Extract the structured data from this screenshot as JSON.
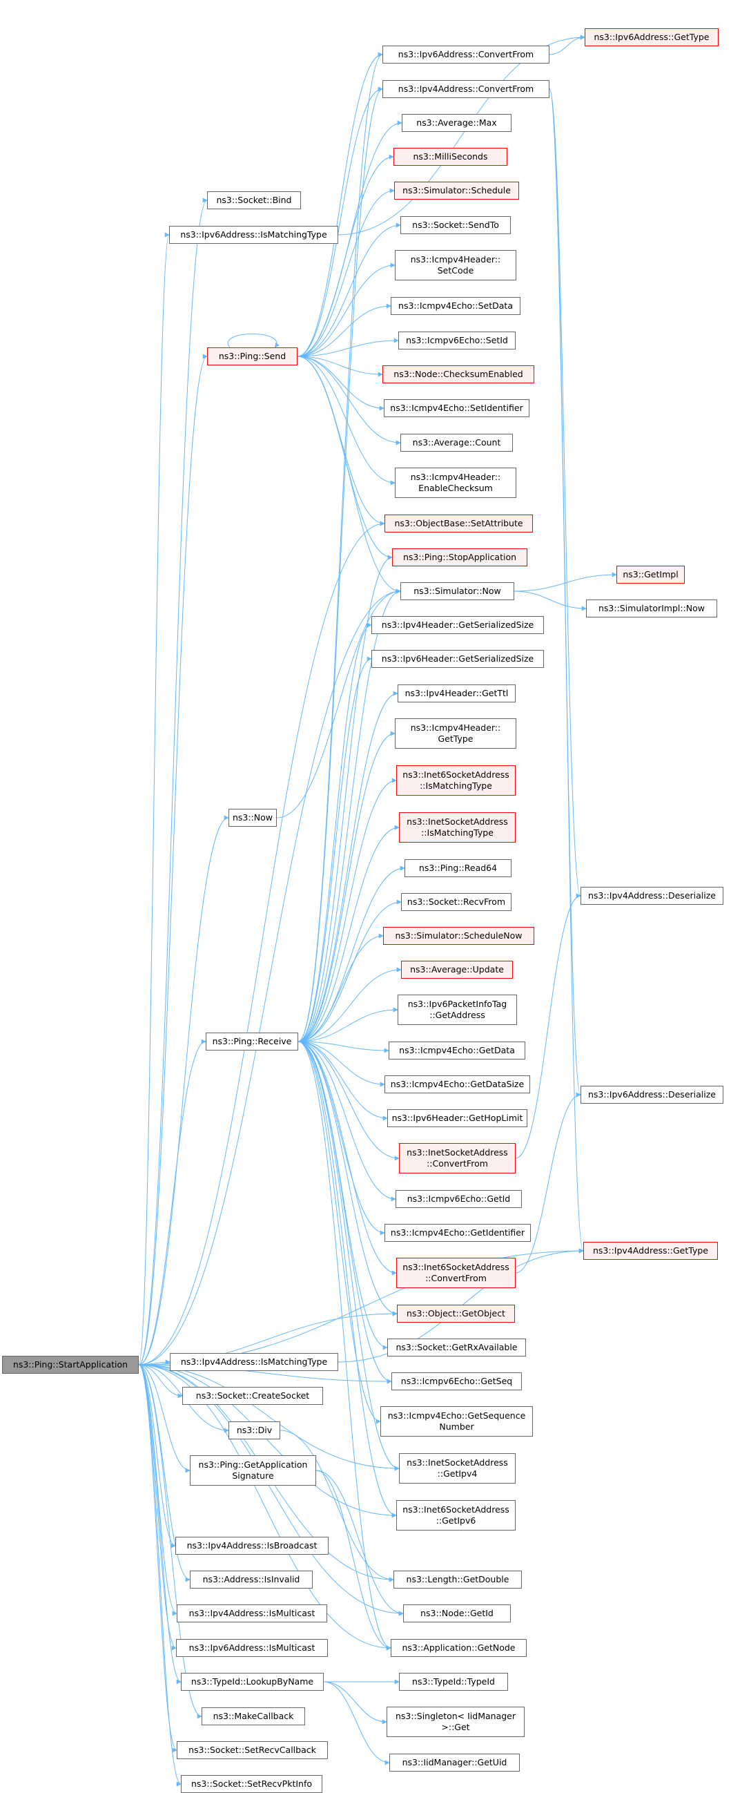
{
  "diagram": {
    "colors": {
      "edge": "#63b8ff",
      "border": "#666666",
      "red_border": "#ff0000",
      "red_fill": "#fff0f0",
      "root_fill": "#999999"
    },
    "nodes": [
      {
        "id": "start",
        "label": "ns3::Ping::StartApplication",
        "style": "root"
      },
      {
        "id": "send",
        "label": "ns3::Ping::Send",
        "style": "red"
      },
      {
        "id": "receive",
        "label": "ns3::Ping::Receive",
        "style": "normal"
      },
      {
        "id": "now",
        "label": "ns3::Now",
        "style": "normal"
      },
      {
        "id": "bind",
        "label": "ns3::Socket::Bind",
        "style": "normal"
      },
      {
        "id": "ipv6match",
        "label": "ns3::Ipv6Address::IsMatchingType",
        "style": "normal"
      },
      {
        "id": "ipv6conv",
        "label": "ns3::Ipv6Address::ConvertFrom",
        "style": "normal"
      },
      {
        "id": "ipv4conv",
        "label": "ns3::Ipv4Address::ConvertFrom",
        "style": "normal"
      },
      {
        "id": "avgmax",
        "label": "ns3::Average::Max",
        "style": "normal"
      },
      {
        "id": "millisec",
        "label": "ns3::MilliSeconds",
        "style": "red"
      },
      {
        "id": "schedule",
        "label": "ns3::Simulator::Schedule",
        "style": "red"
      },
      {
        "id": "sendto",
        "label": "ns3::Socket::SendTo",
        "style": "normal"
      },
      {
        "id": "setcode",
        "label": "ns3::Icmpv4Header::\nSetCode",
        "style": "normal"
      },
      {
        "id": "setdata",
        "label": "ns3::Icmpv4Echo::SetData",
        "style": "normal"
      },
      {
        "id": "setid",
        "label": "ns3::Icmpv6Echo::SetId",
        "style": "normal"
      },
      {
        "id": "checksum",
        "label": "ns3::Node::ChecksumEnabled",
        "style": "red"
      },
      {
        "id": "setident",
        "label": "ns3::Icmpv4Echo::SetIdentifier",
        "style": "normal"
      },
      {
        "id": "avgcount",
        "label": "ns3::Average::Count",
        "style": "normal"
      },
      {
        "id": "enablecs",
        "label": "ns3::Icmpv4Header::\nEnableChecksum",
        "style": "normal"
      },
      {
        "id": "setattr",
        "label": "ns3::ObjectBase::SetAttribute",
        "style": "red"
      },
      {
        "id": "stopapp",
        "label": "ns3::Ping::StopApplication",
        "style": "red"
      },
      {
        "id": "simnow",
        "label": "ns3::Simulator::Now",
        "style": "normal"
      },
      {
        "id": "ipv4hsize",
        "label": "ns3::Ipv4Header::GetSerializedSize",
        "style": "normal"
      },
      {
        "id": "ipv6hsize",
        "label": "ns3::Ipv6Header::GetSerializedSize",
        "style": "normal"
      },
      {
        "id": "getttl",
        "label": "ns3::Ipv4Header::GetTtl",
        "style": "normal"
      },
      {
        "id": "icmpgettype",
        "label": "ns3::Icmpv4Header::\nGetType",
        "style": "normal"
      },
      {
        "id": "inet6match",
        "label": "ns3::Inet6SocketAddress\n::IsMatchingType",
        "style": "red"
      },
      {
        "id": "inetmatch",
        "label": "ns3::InetSocketAddress\n::IsMatchingType",
        "style": "red"
      },
      {
        "id": "read64",
        "label": "ns3::Ping::Read64",
        "style": "normal"
      },
      {
        "id": "recvfrom",
        "label": "ns3::Socket::RecvFrom",
        "style": "normal"
      },
      {
        "id": "schednow",
        "label": "ns3::Simulator::ScheduleNow",
        "style": "red"
      },
      {
        "id": "avgupdate",
        "label": "ns3::Average::Update",
        "style": "red"
      },
      {
        "id": "pkttag",
        "label": "ns3::Ipv6PacketInfoTag\n::GetAddress",
        "style": "normal"
      },
      {
        "id": "getdata",
        "label": "ns3::Icmpv4Echo::GetData",
        "style": "normal"
      },
      {
        "id": "getdatasize",
        "label": "ns3::Icmpv4Echo::GetDataSize",
        "style": "normal"
      },
      {
        "id": "hoplimit",
        "label": "ns3::Ipv6Header::GetHopLimit",
        "style": "normal"
      },
      {
        "id": "inetconv",
        "label": "ns3::InetSocketAddress\n::ConvertFrom",
        "style": "red"
      },
      {
        "id": "getid",
        "label": "ns3::Icmpv6Echo::GetId",
        "style": "normal"
      },
      {
        "id": "getident",
        "label": "ns3::Icmpv4Echo::GetIdentifier",
        "style": "normal"
      },
      {
        "id": "inet6conv",
        "label": "ns3::Inet6SocketAddress\n::ConvertFrom",
        "style": "red"
      },
      {
        "id": "getobject",
        "label": "ns3::Object::GetObject",
        "style": "red"
      },
      {
        "id": "rxavail",
        "label": "ns3::Socket::GetRxAvailable",
        "style": "normal"
      },
      {
        "id": "getseq",
        "label": "ns3::Icmpv6Echo::GetSeq",
        "style": "normal"
      },
      {
        "id": "getseqnum",
        "label": "ns3::Icmpv4Echo::GetSequence\nNumber",
        "style": "normal"
      },
      {
        "id": "getipv4",
        "label": "ns3::InetSocketAddress\n::GetIpv4",
        "style": "normal"
      },
      {
        "id": "getipv6",
        "label": "ns3::Inet6SocketAddress\n::GetIpv6",
        "style": "normal"
      },
      {
        "id": "ipv4match",
        "label": "ns3::Ipv4Address::IsMatchingType",
        "style": "normal"
      },
      {
        "id": "createsock",
        "label": "ns3::Socket::CreateSocket",
        "style": "normal"
      },
      {
        "id": "div",
        "label": "ns3::Div",
        "style": "normal"
      },
      {
        "id": "appsig",
        "label": "ns3::Ping::GetApplication\nSignature",
        "style": "normal"
      },
      {
        "id": "isbcast",
        "label": "ns3::Ipv4Address::IsBroadcast",
        "style": "normal"
      },
      {
        "id": "isinvalid",
        "label": "ns3::Address::IsInvalid",
        "style": "normal"
      },
      {
        "id": "ipv4mcast",
        "label": "ns3::Ipv4Address::IsMulticast",
        "style": "normal"
      },
      {
        "id": "ipv6mcast",
        "label": "ns3::Ipv6Address::IsMulticast",
        "style": "normal"
      },
      {
        "id": "lookup",
        "label": "ns3::TypeId::LookupByName",
        "style": "normal"
      },
      {
        "id": "makecb",
        "label": "ns3::MakeCallback",
        "style": "normal"
      },
      {
        "id": "recvcb",
        "label": "ns3::Socket::SetRecvCallback",
        "style": "normal"
      },
      {
        "id": "recvpkt",
        "label": "ns3::Socket::SetRecvPktInfo",
        "style": "normal"
      },
      {
        "id": "getdouble",
        "label": "ns3::Length::GetDouble",
        "style": "normal"
      },
      {
        "id": "nodegetid",
        "label": "ns3::Node::GetId",
        "style": "normal"
      },
      {
        "id": "getnode",
        "label": "ns3::Application::GetNode",
        "style": "normal"
      },
      {
        "id": "typeid",
        "label": "ns3::TypeId::TypeId",
        "style": "normal"
      },
      {
        "id": "singleton",
        "label": "ns3::Singleton< IidManager\n>::Get",
        "style": "normal"
      },
      {
        "id": "getuid",
        "label": "ns3::IidManager::GetUid",
        "style": "normal"
      },
      {
        "id": "ipv6gettype",
        "label": "ns3::Ipv6Address::GetType",
        "style": "red"
      },
      {
        "id": "getimpl",
        "label": "ns3::GetImpl",
        "style": "red"
      },
      {
        "id": "implnow",
        "label": "ns3::SimulatorImpl::Now",
        "style": "normal"
      },
      {
        "id": "ipv4deser",
        "label": "ns3::Ipv4Address::Deserialize",
        "style": "normal"
      },
      {
        "id": "ipv6deser",
        "label": "ns3::Ipv6Address::Deserialize",
        "style": "normal"
      },
      {
        "id": "ipv4gettype",
        "label": "ns3::Ipv4Address::GetType",
        "style": "red"
      }
    ],
    "edges": [
      [
        "start",
        "bind"
      ],
      [
        "start",
        "ipv6match"
      ],
      [
        "start",
        "send"
      ],
      [
        "start",
        "setattr"
      ],
      [
        "start",
        "simnow"
      ],
      [
        "start",
        "now"
      ],
      [
        "start",
        "receive"
      ],
      [
        "start",
        "getobject"
      ],
      [
        "start",
        "getseq"
      ],
      [
        "start",
        "ipv4match"
      ],
      [
        "start",
        "createsock"
      ],
      [
        "start",
        "div"
      ],
      [
        "start",
        "appsig"
      ],
      [
        "start",
        "getipv4"
      ],
      [
        "start",
        "getipv6"
      ],
      [
        "start",
        "ipv4gettype"
      ],
      [
        "start",
        "isbcast"
      ],
      [
        "start",
        "isinvalid"
      ],
      [
        "start",
        "ipv4mcast"
      ],
      [
        "start",
        "ipv6mcast"
      ],
      [
        "start",
        "lookup"
      ],
      [
        "start",
        "makecb"
      ],
      [
        "start",
        "recvcb"
      ],
      [
        "start",
        "recvpkt"
      ],
      [
        "start",
        "getdouble"
      ],
      [
        "start",
        "nodegetid"
      ],
      [
        "start",
        "getnode"
      ],
      [
        "send",
        "send"
      ],
      [
        "send",
        "ipv6conv"
      ],
      [
        "send",
        "ipv4conv"
      ],
      [
        "send",
        "avgmax"
      ],
      [
        "send",
        "millisec"
      ],
      [
        "send",
        "schedule"
      ],
      [
        "send",
        "sendto"
      ],
      [
        "send",
        "setcode"
      ],
      [
        "send",
        "setdata"
      ],
      [
        "send",
        "setid"
      ],
      [
        "send",
        "checksum"
      ],
      [
        "send",
        "setident"
      ],
      [
        "send",
        "avgcount"
      ],
      [
        "send",
        "enablecs"
      ],
      [
        "send",
        "setattr"
      ],
      [
        "send",
        "stopapp"
      ],
      [
        "send",
        "simnow"
      ],
      [
        "receive",
        "ipv6conv"
      ],
      [
        "receive",
        "ipv4conv"
      ],
      [
        "receive",
        "stopapp"
      ],
      [
        "receive",
        "simnow"
      ],
      [
        "receive",
        "ipv4hsize"
      ],
      [
        "receive",
        "ipv6hsize"
      ],
      [
        "receive",
        "getttl"
      ],
      [
        "receive",
        "icmpgettype"
      ],
      [
        "receive",
        "inet6match"
      ],
      [
        "receive",
        "inetmatch"
      ],
      [
        "receive",
        "read64"
      ],
      [
        "receive",
        "recvfrom"
      ],
      [
        "receive",
        "schednow"
      ],
      [
        "receive",
        "avgupdate"
      ],
      [
        "receive",
        "pkttag"
      ],
      [
        "receive",
        "getdata"
      ],
      [
        "receive",
        "getdatasize"
      ],
      [
        "receive",
        "hoplimit"
      ],
      [
        "receive",
        "inetconv"
      ],
      [
        "receive",
        "getid"
      ],
      [
        "receive",
        "getident"
      ],
      [
        "receive",
        "inet6conv"
      ],
      [
        "receive",
        "getobject"
      ],
      [
        "receive",
        "rxavail"
      ],
      [
        "receive",
        "getseq"
      ],
      [
        "receive",
        "getseqnum"
      ],
      [
        "receive",
        "getipv4"
      ],
      [
        "receive",
        "getipv6"
      ],
      [
        "receive",
        "getnode"
      ],
      [
        "now",
        "simnow"
      ],
      [
        "ipv6match",
        "ipv6gettype"
      ],
      [
        "ipv6conv",
        "ipv6gettype"
      ],
      [
        "ipv4conv",
        "ipv4deser"
      ],
      [
        "ipv4conv",
        "ipv6deser"
      ],
      [
        "ipv4conv",
        "ipv4gettype"
      ],
      [
        "simnow",
        "getimpl"
      ],
      [
        "simnow",
        "implnow"
      ],
      [
        "inetconv",
        "ipv4deser"
      ],
      [
        "inet6conv",
        "ipv6deser"
      ],
      [
        "ipv4match",
        "ipv4gettype"
      ],
      [
        "div",
        "getdouble"
      ],
      [
        "appsig",
        "nodegetid"
      ],
      [
        "appsig",
        "getnode"
      ],
      [
        "lookup",
        "typeid"
      ],
      [
        "lookup",
        "singleton"
      ],
      [
        "lookup",
        "getuid"
      ]
    ]
  }
}
